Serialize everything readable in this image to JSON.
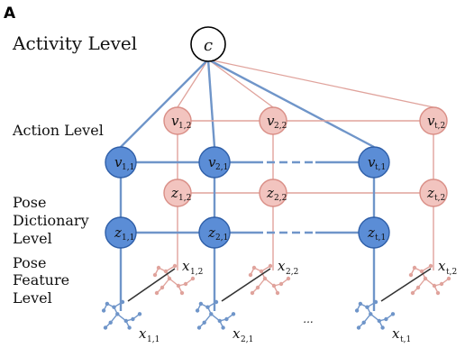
{
  "panel_label": "A",
  "levels": {
    "activity": "Activity Level",
    "action": "Action Level",
    "pose_dictionary": [
      "Pose",
      "Dictionary",
      "Level"
    ],
    "pose_feature": [
      "Pose",
      "Feature",
      "Level"
    ]
  },
  "root_node": {
    "label": "c"
  },
  "action_nodes_blue": [
    {
      "var": "v",
      "sub": "1,1"
    },
    {
      "var": "v",
      "sub": "2,1"
    },
    {
      "var": "v",
      "sub": "t,1"
    }
  ],
  "action_nodes_pink": [
    {
      "var": "v",
      "sub": "1,2"
    },
    {
      "var": "v",
      "sub": "2,2"
    },
    {
      "var": "v",
      "sub": "t,2"
    }
  ],
  "dict_nodes_blue": [
    {
      "var": "z",
      "sub": "1,1"
    },
    {
      "var": "z",
      "sub": "2,1"
    },
    {
      "var": "z",
      "sub": "t,1"
    }
  ],
  "dict_nodes_pink": [
    {
      "var": "z",
      "sub": "1,2"
    },
    {
      "var": "z",
      "sub": "2,2"
    },
    {
      "var": "z",
      "sub": "t,2"
    }
  ],
  "feature_labels_pink": [
    {
      "var": "x",
      "sub": "1,2"
    },
    {
      "var": "x",
      "sub": "2,2"
    },
    {
      "var": "x",
      "sub": "t,2"
    }
  ],
  "feature_labels_blue": [
    {
      "var": "x",
      "sub": "1,1"
    },
    {
      "var": "x",
      "sub": "2,1"
    },
    {
      "var": "x",
      "sub": "t,1"
    }
  ],
  "ellipsis": "...",
  "colors": {
    "blue_fill": "#5b8dd6",
    "blue_stroke": "#2f5fa8",
    "blue_edge": "#6f95c9",
    "pink_fill": "#f2c4bf",
    "pink_stroke": "#d98e86",
    "pink_edge": "#e0a39c"
  }
}
